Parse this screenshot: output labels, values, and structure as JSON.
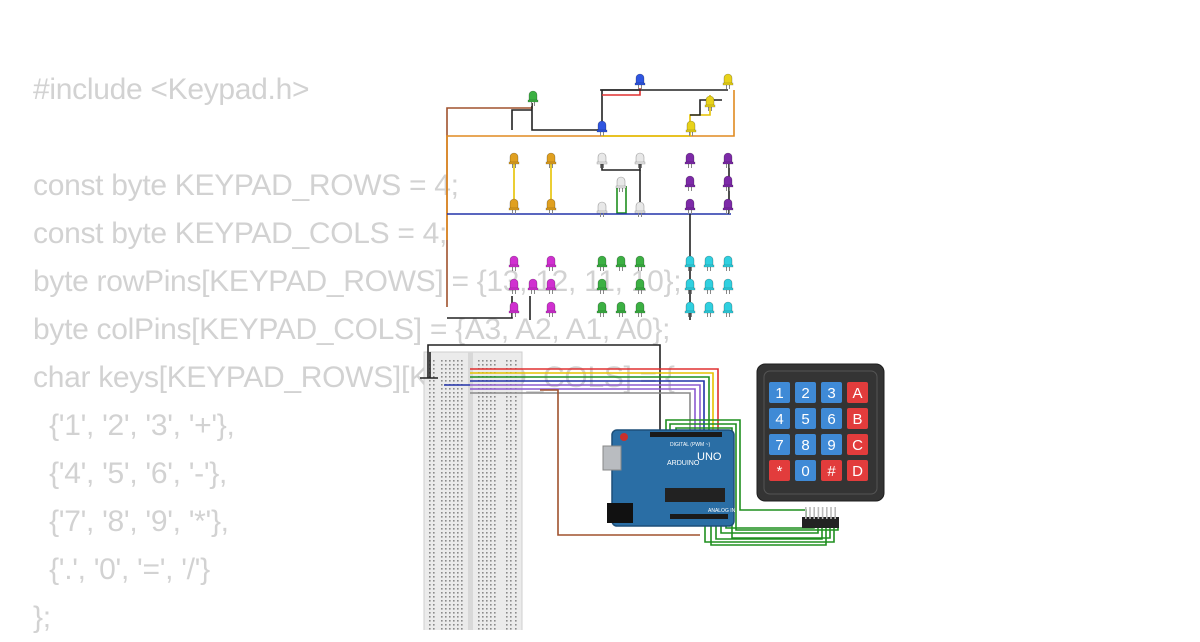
{
  "code_lines": [
    "#include <Keypad.h>",
    "",
    "const byte KEYPAD_ROWS = 4;",
    "const byte KEYPAD_COLS = 4;",
    "byte rowPins[KEYPAD_ROWS] = {13, 12, 11, 10};",
    "byte colPins[KEYPAD_COLS] = {A3, A2, A1, A0};",
    "char keys[KEYPAD_ROWS][KEYPAD_COLS] = {",
    "  {'1', '2', '3', '+'},",
    "  {'4', '5', '6', '-'},",
    "  {'7', '8', '9', '*'},",
    "  {'.', '0', '=', '/'}",
    "};"
  ],
  "keypad": {
    "keys": [
      "1",
      "2",
      "3",
      "A",
      "4",
      "5",
      "6",
      "B",
      "7",
      "8",
      "9",
      "C",
      "*",
      "0",
      "#",
      "D"
    ],
    "digit_color": "#3f8ad6",
    "letter_color": "#e23c3c",
    "body_color": "#343434"
  },
  "arduino": {
    "model": "UNO",
    "brand": "ARDUINO",
    "header_digital": "DIGITAL (PWM ~)",
    "header_analog": "ANALOG IN",
    "board_color": "#2a6ea5"
  },
  "led_colors": {
    "green": "#3cb043",
    "blue": "#2f55e0",
    "yellow": "#e8d21a",
    "orange": "#e0a020",
    "white": "#e8e8e8",
    "purple": "#7d2aa8",
    "magenta": "#d030d0",
    "cyan": "#30d0e0"
  },
  "wire_colors": {
    "black": "#222222",
    "blue": "#2233aa",
    "orange": "#e08a20",
    "brown": "#a0522d",
    "green": "#1f8f1f",
    "red": "#e03030",
    "yellow": "#e6c200",
    "purple": "#8c5ad0",
    "gray": "#8a8a8a"
  }
}
